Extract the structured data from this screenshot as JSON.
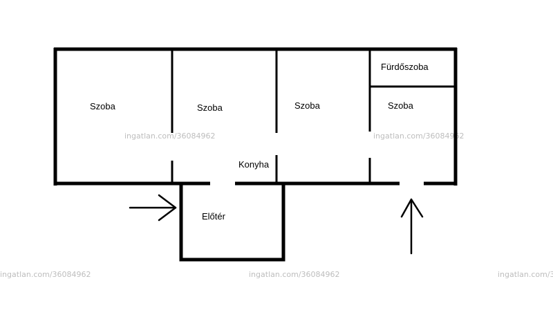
{
  "rooms": {
    "room1": "Szoba",
    "room2": "Szoba",
    "room3": "Szoba",
    "room4": "Szoba",
    "bathroom": "Fürdőszoba",
    "kitchen": "Konyha",
    "hall": "Előtér"
  },
  "watermark": "ingatlan.com/36084962",
  "colors": {
    "wall": "#000000",
    "watermark": "#bdbdbd"
  }
}
